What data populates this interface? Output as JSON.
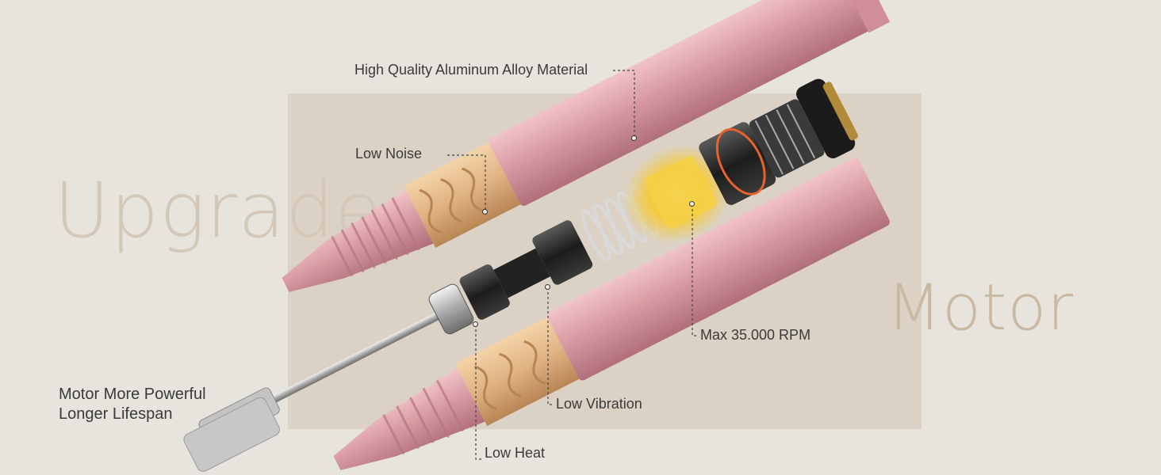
{
  "background_words": {
    "word1": "Upgraded",
    "word2": "Motor"
  },
  "callouts": {
    "material": "High Quality Aluminum Alloy Material",
    "noise": "Low Noise",
    "rpm": "Max 35.000 RPM",
    "vibration": "Low Vibration",
    "heat": "Low Heat",
    "motor_line1": "Motor More Powerful",
    "motor_line2": "Longer Lifespan"
  },
  "colors": {
    "background": "#e7e3dd",
    "panel": "#dbd2c5",
    "pen_pink": "#d89aa3",
    "pen_gold": "#e3b98a",
    "glow": "#f6d24a"
  }
}
